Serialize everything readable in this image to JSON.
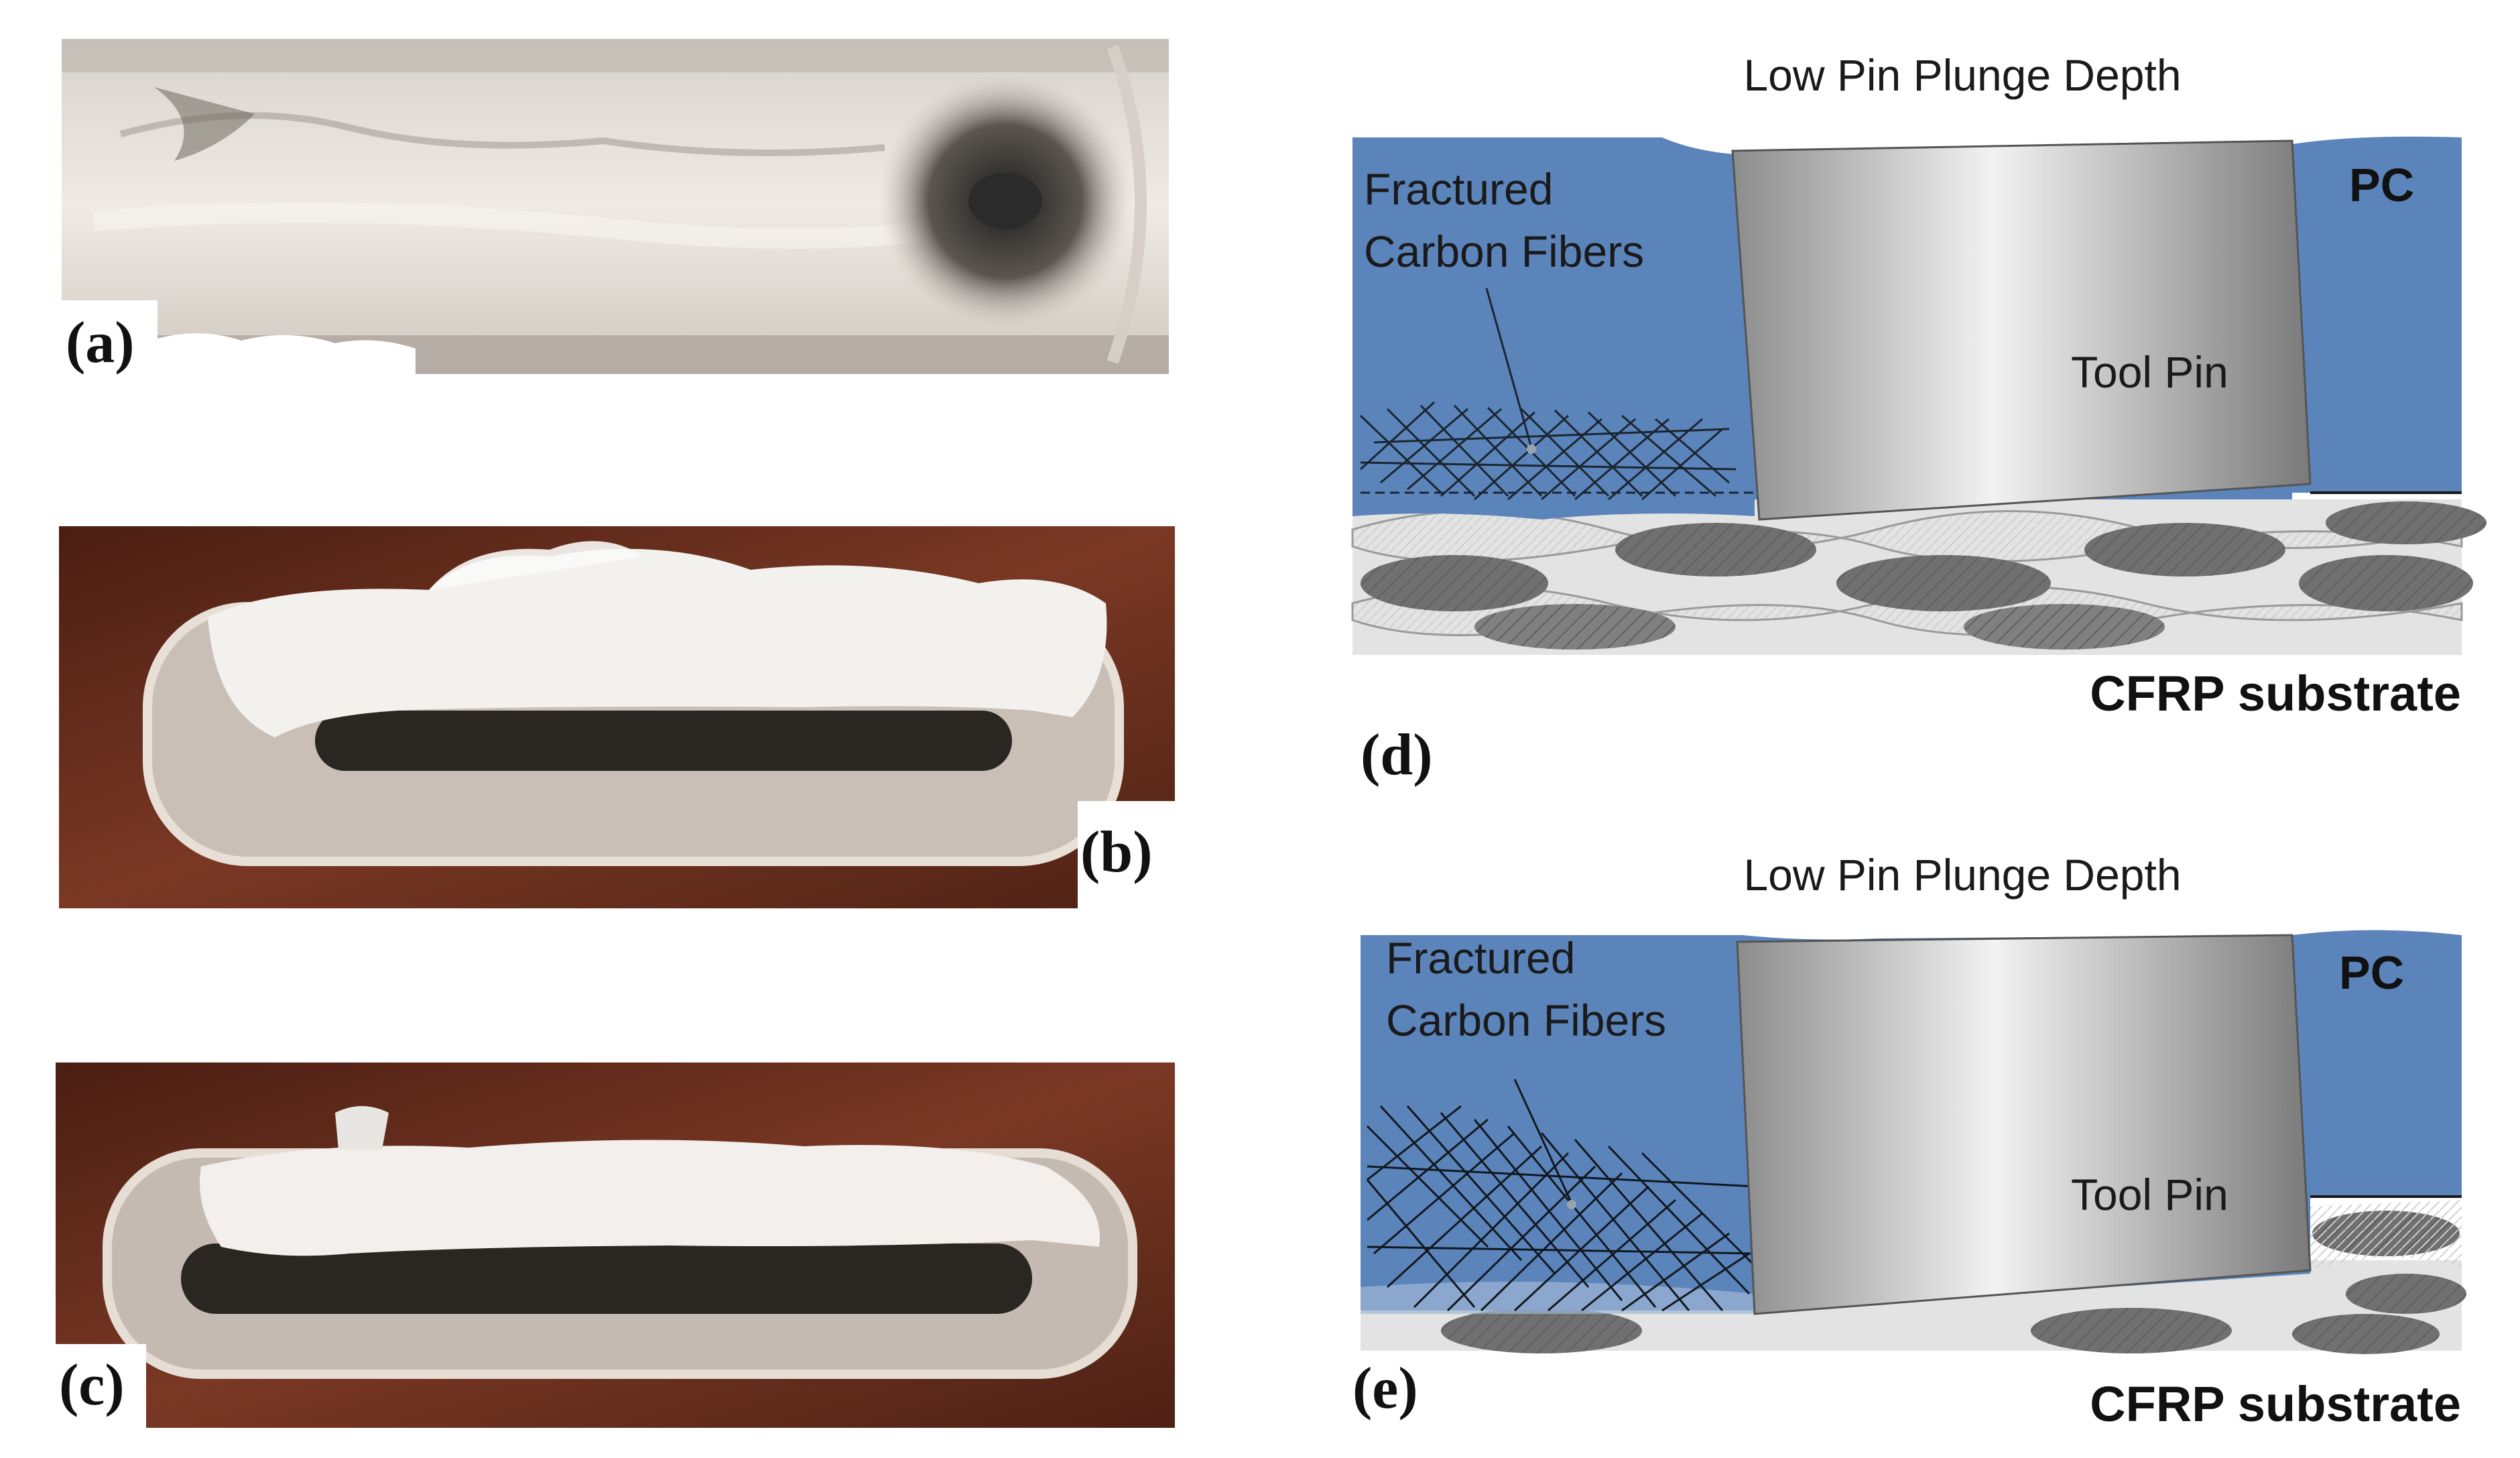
{
  "photos": [
    {
      "label": "(a)",
      "subject": "weld-groove-top-view"
    },
    {
      "label": "(b)",
      "subject": "weld-groove-with-residue"
    },
    {
      "label": "(c)",
      "subject": "weld-groove-with-residue"
    }
  ],
  "schematic_d": {
    "title": "Low Pin Plunge Depth",
    "matrix_label": "PC",
    "fiber_label_line1": "Fractured",
    "fiber_label_line2": "Carbon Fibers",
    "tool_label": "Tool Pin",
    "substrate_label": "CFRP substrate",
    "panel_label": "(d)"
  },
  "schematic_e": {
    "title": "Low Pin Plunge Depth",
    "matrix_label": "PC",
    "fiber_label_line1": "Fractured",
    "fiber_label_line2": "Carbon Fibers",
    "tool_label": "Tool Pin",
    "substrate_label": "CFRP substrate",
    "panel_label": "(e)"
  },
  "colors": {
    "pc_blue": "#5b84bb",
    "substrate_bg": "#e3e3e3",
    "weave_dark": "#707070",
    "weave_light": "#a9a9a9",
    "photo_a_bg": "#c8c0b8",
    "photo_bc_bg": "#6a2e1e"
  }
}
